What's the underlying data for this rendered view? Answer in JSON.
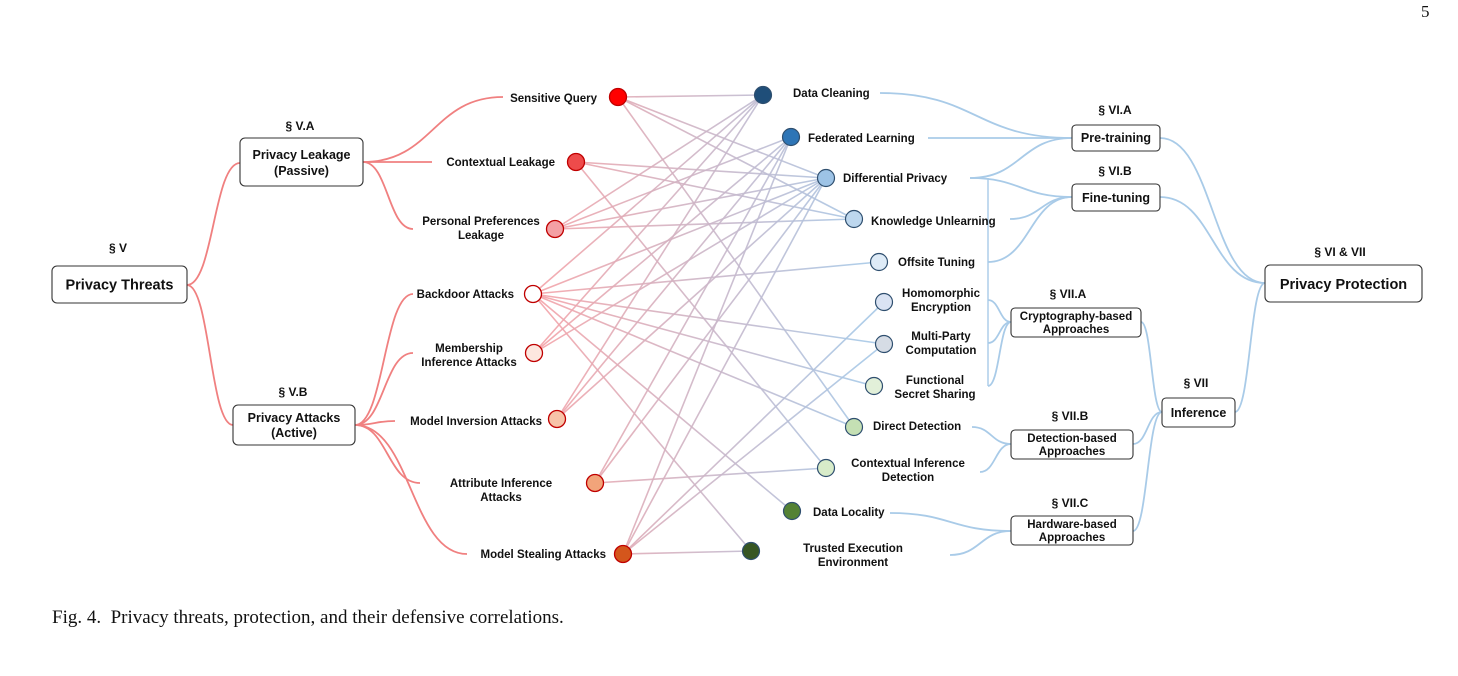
{
  "page_number": "5",
  "caption": "Fig. 4.  Privacy threats, protection, and their defensive correlations.",
  "colors": {
    "threat_branch": "#f08080",
    "threat_link": "#f4a3a8",
    "protection_link": "#a8c8e6",
    "protection_branch": "#a9cbe8"
  },
  "threats": {
    "section": "§ V",
    "title": "Privacy Threats",
    "leakage": {
      "section": "§ V.A",
      "line1": "Privacy Leakage",
      "line2": "(Passive)",
      "items": [
        {
          "label": "Sensitive Query",
          "color": "#ff0000"
        },
        {
          "label": "Contextual Leakage",
          "color": "#ee4b4b"
        },
        {
          "label": "Personal Preferences",
          "label2": "Leakage",
          "color": "#f4a0a4"
        }
      ]
    },
    "attacks": {
      "section": "§ V.B",
      "line1": "Privacy Attacks",
      "line2": "(Active)",
      "items": [
        {
          "label": "Backdoor Attacks",
          "color": "#ffffff"
        },
        {
          "label": "Membership",
          "label2": "Inference Attacks",
          "color": "#fde7df"
        },
        {
          "label": "Model Inversion Attacks",
          "color": "#f7c3a8"
        },
        {
          "label": "Attribute Inference",
          "label2": "Attacks",
          "color": "#f2a47a"
        },
        {
          "label": "Model Stealing Attacks",
          "color": "#d4561c"
        }
      ]
    }
  },
  "defenses": [
    {
      "label": "Data Cleaning",
      "color": "#1f4e79"
    },
    {
      "label": "Federated Learning",
      "color": "#2e75b6"
    },
    {
      "label": "Differential Privacy",
      "color": "#9dc3e6"
    },
    {
      "label": "Knowledge Unlearning",
      "color": "#bdd7ee"
    },
    {
      "label": "Offsite Tuning",
      "color": "#deebf7"
    },
    {
      "label": "Homomorphic",
      "label2": "Encryption",
      "color": "#dae3f3"
    },
    {
      "label": "Multi-Party",
      "label2": "Computation",
      "color": "#d6dce5"
    },
    {
      "label": "Functional",
      "label2": "Secret Sharing",
      "color": "#e2f0d9"
    },
    {
      "label": "Direct Detection",
      "color": "#c5e0b4"
    },
    {
      "label": "Contextual Inference",
      "label2": "Detection",
      "color": "#d8ecc9"
    },
    {
      "label": "Data Locality",
      "color": "#548235"
    },
    {
      "label": "Trusted Execution",
      "label2": "Environment",
      "color": "#375623"
    }
  ],
  "protection": {
    "section": "§ VI & VII",
    "title": "Privacy Protection",
    "pretraining": {
      "section": "§ VI.A",
      "label": "Pre-training"
    },
    "finetuning": {
      "section": "§ VI.B",
      "label": "Fine-tuning"
    },
    "inference": {
      "section": "§ VII",
      "label": "Inference"
    },
    "crypto": {
      "section": "§ VII.A",
      "line1": "Cryptography-based",
      "line2": "Approaches"
    },
    "detection": {
      "section": "§ VII.B",
      "line1": "Detection-based",
      "line2": "Approaches"
    },
    "hardware": {
      "section": "§ VII.C",
      "line1": "Hardware-based",
      "line2": "Approaches"
    }
  }
}
